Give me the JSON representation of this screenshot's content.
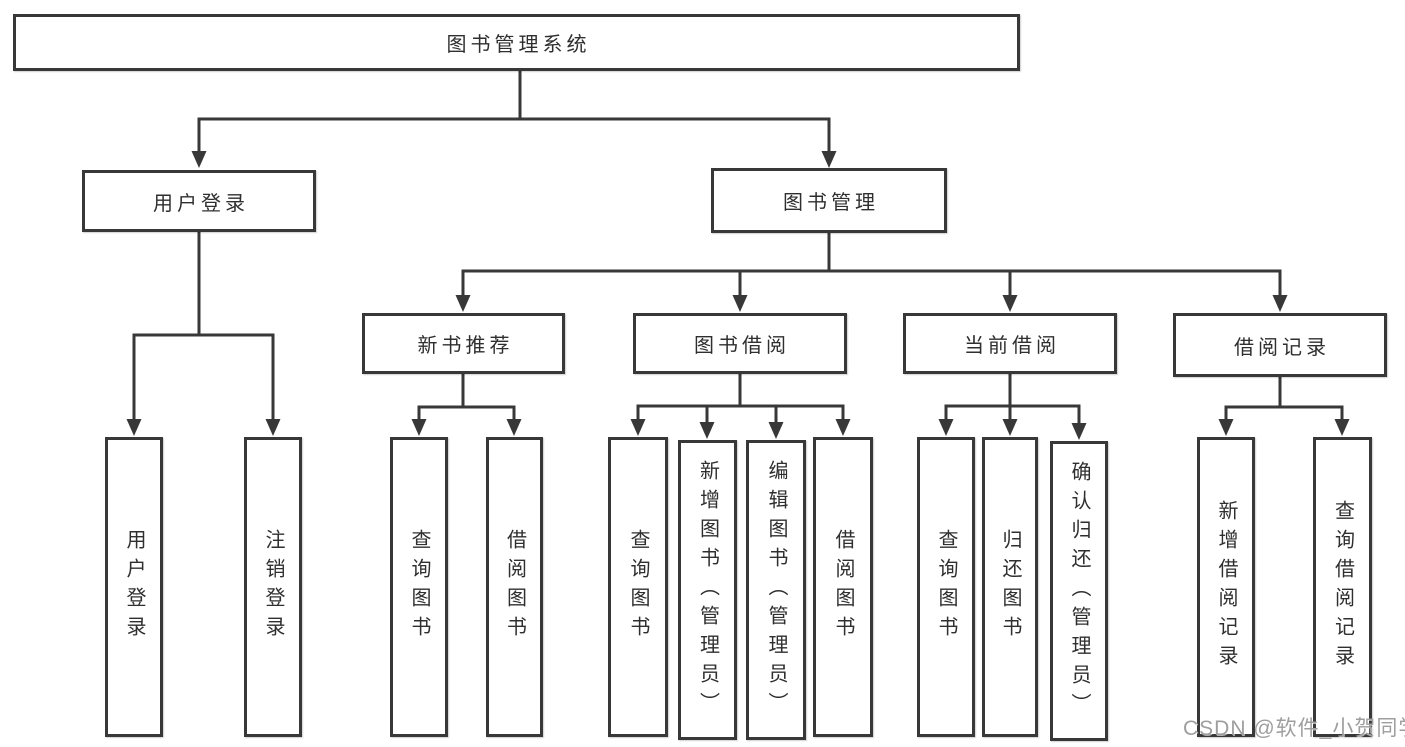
{
  "diagram": {
    "type": "tree",
    "title": "图书管理系统",
    "nodes": {
      "root": "图书管理系统",
      "user_login": "用户登录",
      "book_mgmt": "图书管理",
      "new_book_rec": "新书推荐",
      "book_borrow": "图书借阅",
      "current_borrow": "当前借阅",
      "borrow_records": "借阅记录",
      "ul_user_login": "用户登录",
      "ul_logout": "注销登录",
      "nb_query_books": "查询图书",
      "nb_borrow_books": "借阅图书",
      "bb_query_books": "查询图书",
      "bb_add_books": "新增图书（管理员）",
      "bb_edit_books": "编辑图书（管理员）",
      "bb_borrow_books": "借阅图书",
      "cb_query_books": "查询图书",
      "cb_return_books": "归还图书",
      "cb_confirm_return": "确认归还（管理员）",
      "br_add_record": "新增借阅记录",
      "br_query_record": "查询借阅记录"
    },
    "tree": {
      "label": "图书管理系统",
      "children": [
        {
          "label": "用户登录",
          "children": [
            {
              "label": "用户登录"
            },
            {
              "label": "注销登录"
            }
          ]
        },
        {
          "label": "图书管理",
          "children": [
            {
              "label": "新书推荐",
              "children": [
                {
                  "label": "查询图书"
                },
                {
                  "label": "借阅图书"
                }
              ]
            },
            {
              "label": "图书借阅",
              "children": [
                {
                  "label": "查询图书"
                },
                {
                  "label": "新增图书（管理员）"
                },
                {
                  "label": "编辑图书（管理员）"
                },
                {
                  "label": "借阅图书"
                }
              ]
            },
            {
              "label": "当前借阅",
              "children": [
                {
                  "label": "查询图书"
                },
                {
                  "label": "归还图书"
                },
                {
                  "label": "确认归还（管理员）"
                }
              ]
            },
            {
              "label": "借阅记录",
              "children": [
                {
                  "label": "新增借阅记录"
                },
                {
                  "label": "查询借阅记录"
                }
              ]
            }
          ]
        }
      ]
    }
  },
  "watermark": {
    "text": "CSDN @软件_小贺同学"
  },
  "colors": {
    "line": "#383838",
    "box_border": "#383838",
    "text": "#2f2f2f",
    "watermark": "#9e9e9e",
    "background": "#ffffff"
  }
}
